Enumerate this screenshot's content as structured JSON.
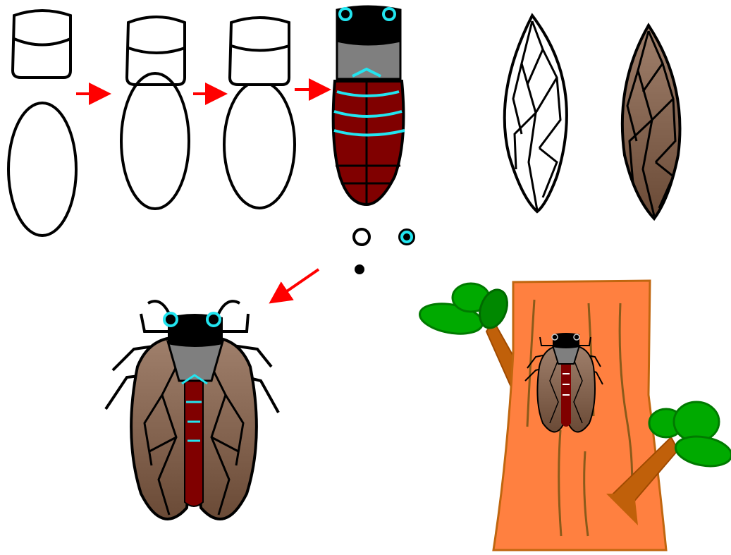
{
  "colors": {
    "outline": "#000000",
    "arrow": "#ff0000",
    "cyan": "#22e5f0",
    "head_black": "#000000",
    "thorax_gray": "#7f7f7f",
    "abdomen": "#800000",
    "wing_top": "#9b7b67",
    "wing_bottom": "#6b4a38",
    "trunk": "#ff8040",
    "trunk_outline": "#c0660f",
    "bark_lines": "#8a5a1a",
    "branch": "#c0600a",
    "leaf_light": "#00aa00",
    "leaf_dark": "#007a00"
  },
  "steps": [
    {
      "step": 1,
      "shapes": [
        "cylinder-head",
        "oval-body"
      ]
    },
    {
      "step": 2,
      "shapes": [
        "cylinder-head",
        "oval-body-overlapping"
      ]
    },
    {
      "step": 3,
      "shapes": [
        "cylinder-head",
        "oval-body-joined"
      ]
    },
    {
      "step": 4,
      "shapes": [
        "colored-head",
        "colored-thorax",
        "segmented-abdomen"
      ]
    }
  ],
  "wing_stages": [
    "outline-wing",
    "colored-wing"
  ],
  "eye_parts": [
    "eye-outline",
    "eye-colored",
    "eye-pupil"
  ],
  "final_stages": [
    "assembled-cicada",
    "cicada-on-tree"
  ]
}
